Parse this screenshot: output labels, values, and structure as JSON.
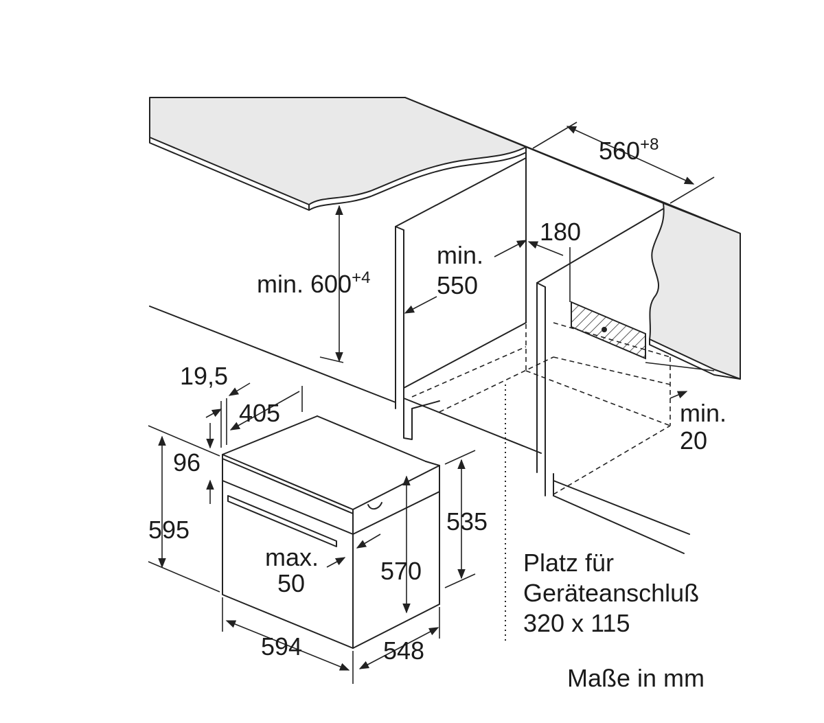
{
  "labels": {
    "dim_560": "560",
    "dim_560_tol": "+8",
    "dim_600_prefix": "min. 600",
    "dim_600_tol": "+4",
    "dim_180": "180",
    "dim_550_line1": "min.",
    "dim_550_line2": "550",
    "dim_19_5": "19,5",
    "dim_405": "405",
    "dim_96": "96",
    "dim_595": "595",
    "dim_535": "535",
    "dim_570": "570",
    "dim_max50_line1": "max.",
    "dim_max50_line2": "50",
    "dim_594": "594",
    "dim_548": "548",
    "dim_min20_line1": "min.",
    "dim_min20_line2": "20",
    "connection_line1": "Platz für",
    "connection_line2": "Geräteanschluß",
    "connection_line3": "320 x 115",
    "units_note": "Maße in mm"
  },
  "colors": {
    "line": "#222222",
    "countertop_fill": "#e9e9e9",
    "background": "#ffffff"
  }
}
